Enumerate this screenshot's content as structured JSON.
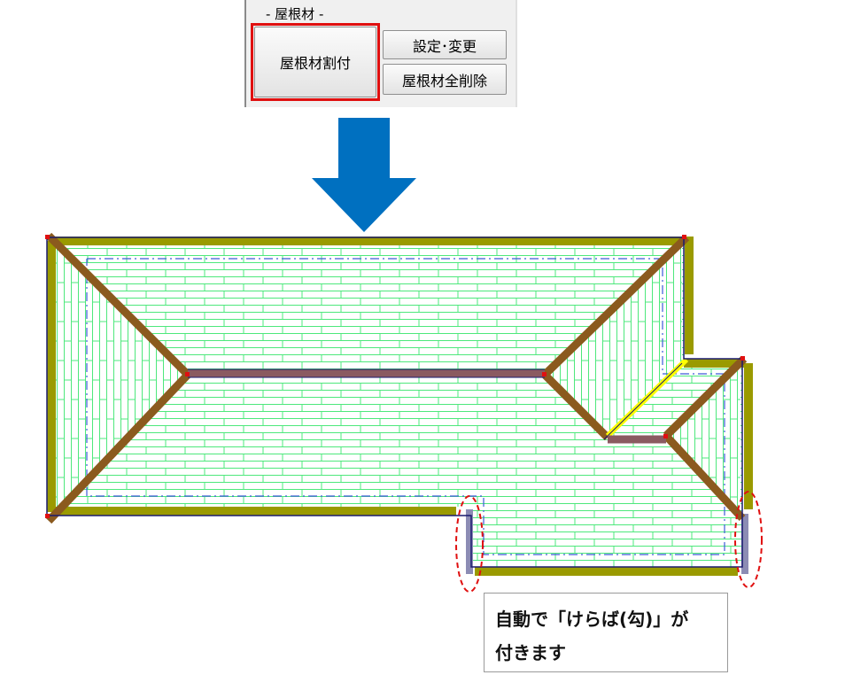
{
  "panel": {
    "group_label": "- 屋根材 -",
    "assign_button": "屋根材割付",
    "settings_button": "設定･変更",
    "delete_all_button": "屋根材全削除"
  },
  "callout": {
    "line1": "自動で「けらば(勾)」が",
    "line2": "付きます"
  },
  "colors": {
    "highlight": "#e01010",
    "arrow": "#0070c0",
    "roof_fill": "#ffffff",
    "tile_line": "#4ee87c",
    "fascia": "#9a9a00",
    "hip": "#8b5a1e",
    "ridge": "#8a5a60",
    "outline": "#1a1a6e",
    "verge_marker": "#e01010",
    "valley_highlight": "#ffff00"
  },
  "icons": {
    "arrow": "down-arrow-icon"
  }
}
